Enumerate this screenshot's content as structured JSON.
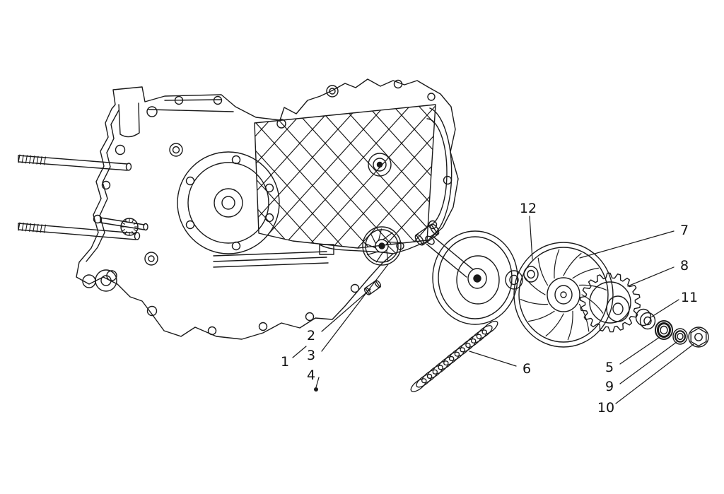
{
  "diagram": {
    "name": "engine-crankcase-driving-pulley-exploded-view",
    "colors": {
      "ink": "#1a1a1a",
      "background": "#ffffff"
    },
    "callouts": [
      {
        "label": "1"
      },
      {
        "label": "2"
      },
      {
        "label": "3"
      },
      {
        "label": "4"
      },
      {
        "label": "5"
      },
      {
        "label": "6"
      },
      {
        "label": "7"
      },
      {
        "label": "8"
      },
      {
        "label": "9"
      },
      {
        "label": "10"
      },
      {
        "label": "11"
      },
      {
        "label": "12"
      }
    ]
  }
}
